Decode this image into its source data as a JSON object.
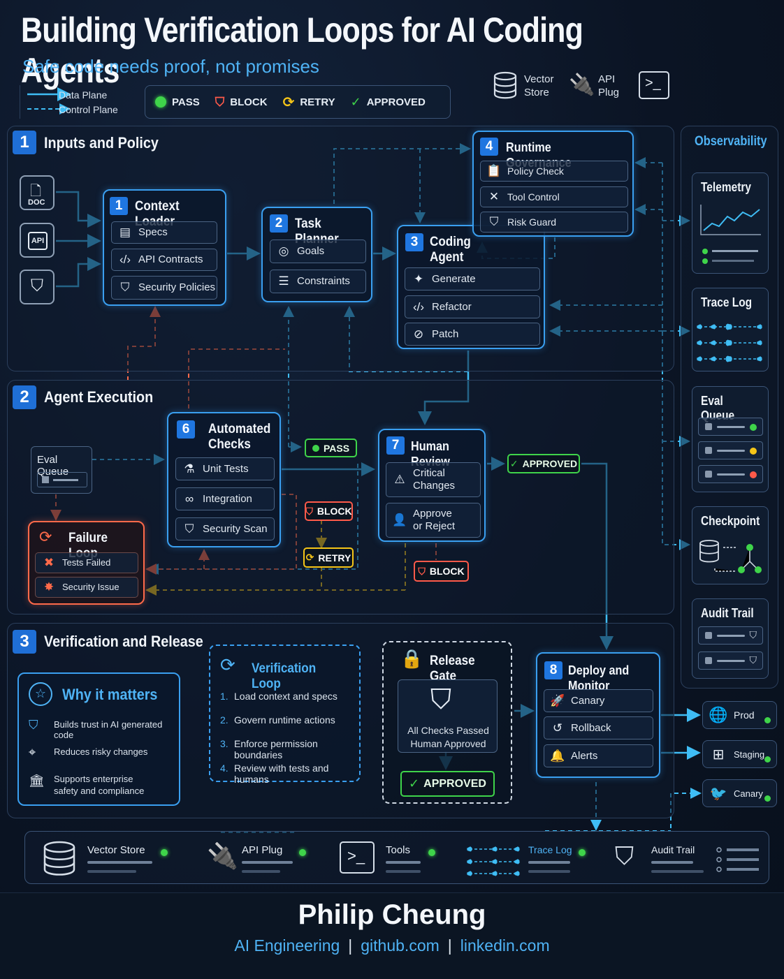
{
  "header": {
    "title": "Building Verification Loops for AI Coding Agents",
    "subtitle": "Safe code needs proof, not promises"
  },
  "legend": {
    "data_plane": "Data Plane",
    "control_plane": "Control Plane",
    "pass": "PASS",
    "block": "BLOCK",
    "retry": "RETRY",
    "approved": "APPROVED"
  },
  "top_icons": {
    "vector_store": "Vector Store",
    "api_plug": "API Plug"
  },
  "sections": {
    "s1": {
      "num": "1",
      "title": "Inputs and Policy"
    },
    "s2": {
      "num": "2",
      "title": "Agent Execution"
    },
    "s3": {
      "num": "3",
      "title": "Verification and Release"
    }
  },
  "inputs": {
    "doc": "DOC",
    "api": "API"
  },
  "context_loader": {
    "num": "1",
    "title": "Context Loader",
    "items": [
      "Specs",
      "API Contracts",
      "Security Policies"
    ]
  },
  "task_planner": {
    "num": "2",
    "title": "Task Planner",
    "items": [
      "Goals",
      "Constraints"
    ]
  },
  "coding_agent": {
    "num": "3",
    "title": "Coding Agent",
    "items": [
      "Generate",
      "Refactor",
      "Patch"
    ]
  },
  "runtime_governance": {
    "num": "4",
    "title": "Runtime Governance",
    "items": [
      "Policy Check",
      "Tool Control",
      "Risk Guard"
    ]
  },
  "eval_queue_small": {
    "label": "Eval Queue"
  },
  "automated_checks": {
    "num": "6",
    "title": "Automated Checks",
    "items": [
      "Unit Tests",
      "Integration",
      "Security Scan"
    ]
  },
  "failure_loop": {
    "title": "Failure Loop",
    "items": [
      "Tests Failed",
      "Security Issue"
    ]
  },
  "human_review": {
    "num": "7",
    "title": "Human Review",
    "items": [
      "Critical Changes",
      "Approve or Reject"
    ]
  },
  "badges": {
    "pass": "PASS",
    "block1": "BLOCK",
    "retry": "RETRY",
    "block2": "BLOCK",
    "approved1": "APPROVED",
    "approved2": "APPROVED"
  },
  "why": {
    "title": "Why it matters",
    "items": [
      "Builds trust in AI generated code",
      "Reduces risky changes",
      "Supports enterprise safety and compliance"
    ]
  },
  "verification_loop": {
    "title": "Verification Loop",
    "items": [
      "Load context and specs",
      "Govern runtime actions",
      "Enforce permission boundaries",
      "Review with tests and humans"
    ],
    "nums": [
      "1.",
      "2.",
      "3.",
      "4."
    ]
  },
  "release_gate": {
    "title": "Release Gate",
    "line1": "All Checks Passed",
    "line2": "Human Approved"
  },
  "deploy": {
    "num": "8",
    "title": "Deploy and Monitor",
    "items": [
      "Canary",
      "Rollback",
      "Alerts"
    ]
  },
  "environments": [
    "Prod",
    "Staging",
    "Canary"
  ],
  "observability": {
    "title": "Observability",
    "cards": [
      "Telemetry",
      "Trace Log",
      "Eval Queue",
      "Checkpoint",
      "Audit Trail"
    ]
  },
  "footer_bar": [
    "Vector Store",
    "API Plug",
    "Tools",
    "Trace Log",
    "Audit Trail"
  ],
  "credits": {
    "name": "Philip Cheung",
    "role": "AI Engineering",
    "sep1": "|",
    "site1": "github.com",
    "sep2": "|",
    "site2": "linkedin.com"
  },
  "colors": {
    "accent": "#3a9ff0",
    "pass": "#3fd44a",
    "block": "#ff5a4a",
    "retry": "#f5c518",
    "fail_border": "#ff6a4a"
  }
}
